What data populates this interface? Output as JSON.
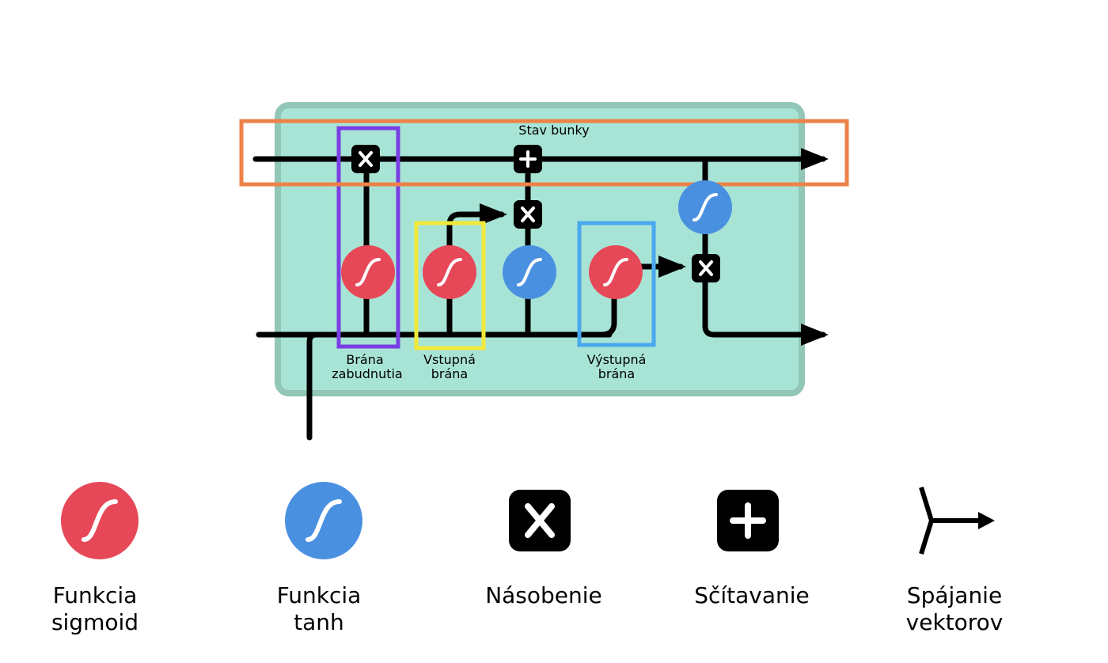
{
  "cell": {
    "state_label": "Stav bunky",
    "forget_gate": [
      "Brána",
      "zabudnutia"
    ],
    "input_gate": [
      "Vstupná",
      "brána"
    ],
    "output_gate": [
      "Výstupná",
      "brána"
    ]
  },
  "legend": {
    "sigmoid": [
      "Funkcia",
      "sigmoid"
    ],
    "tanh": [
      "Funkcia",
      "tanh"
    ],
    "multiply": "Násobenie",
    "add": "Sčítavanie",
    "concat": [
      "Spájanie",
      "vektorov"
    ]
  },
  "colors": {
    "cell_fill": "#a8e4d6",
    "cell_border": "#92c6b6",
    "sigmoid": "#e64858",
    "tanh": "#4a90e0",
    "forget_box": "#7a3fe4",
    "input_box": "#f2e83a",
    "output_box": "#4aa8ee",
    "state_box": "#ec8248"
  }
}
